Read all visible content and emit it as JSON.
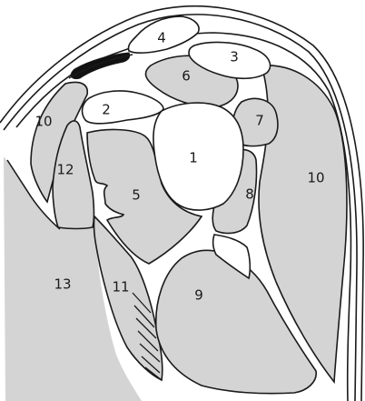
{
  "colors": {
    "fill_gray": "#d4d4d4",
    "fill_white": "#ffffff",
    "stroke": "#1a1a1a",
    "dark_band": "#111111"
  },
  "labels": {
    "l1": "1",
    "l2": "2",
    "l3": "3",
    "l4": "4",
    "l5": "5",
    "l6": "6",
    "l7": "7",
    "l8": "8",
    "l9": "9",
    "l10_left": "10",
    "l10_right": "10",
    "l11": "11",
    "l12": "12",
    "l13": "13"
  }
}
